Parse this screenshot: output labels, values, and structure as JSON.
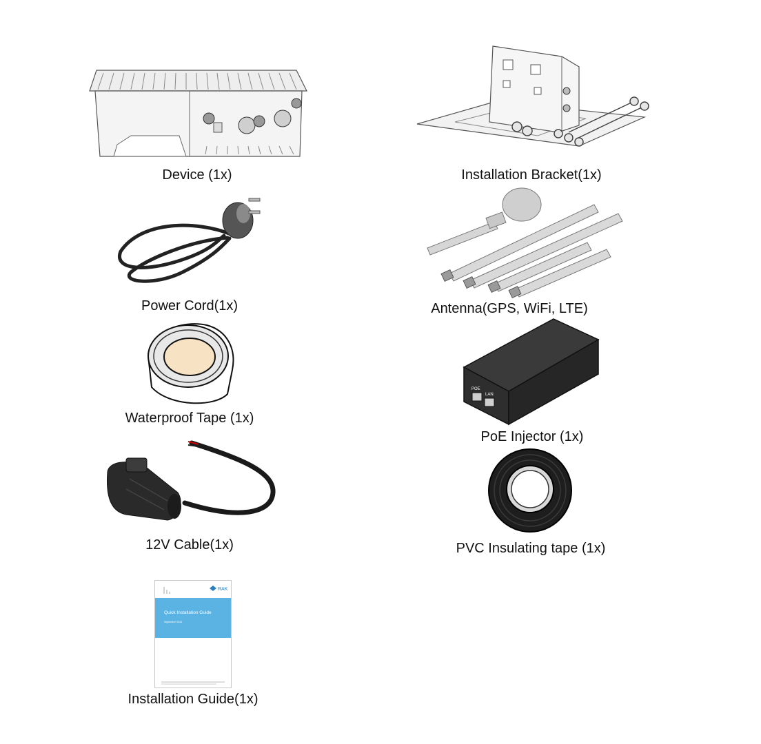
{
  "items": {
    "device": {
      "label": "Device (1x)",
      "icon": "outdoor-gateway-enclosure"
    },
    "bracket": {
      "label": "Installation Bracket(1x)",
      "icon": "mounting-bracket"
    },
    "power_cord": {
      "label": "Power Cord(1x)",
      "icon": "power-cord"
    },
    "antenna": {
      "label": "Antenna(GPS, WiFi, LTE)",
      "icon": "antennas"
    },
    "waterproof_tape": {
      "label": "Waterproof Tape (1x)",
      "icon": "tape-roll"
    },
    "poe_injector": {
      "label": "PoE Injector (1x)",
      "icon": "poe-injector",
      "port_labels": [
        "POE",
        "LAN"
      ]
    },
    "cable_12v": {
      "label": "12V Cable(1x)",
      "icon": "12v-cable"
    },
    "pvc_tape": {
      "label": "PVC Insulating tape (1x)",
      "icon": "insulating-tape"
    },
    "guide": {
      "label": "Installation Guide(1x)",
      "icon": "quick-installation-guide",
      "cover_title": "Quick Installation Guide",
      "cover_subtitle": "September 2018",
      "brand": "RAK"
    }
  }
}
